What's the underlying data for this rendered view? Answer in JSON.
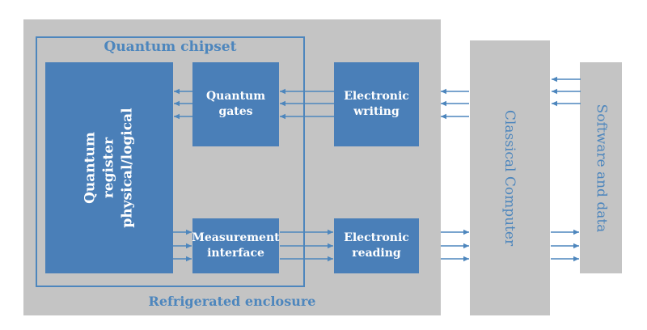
{
  "diagram": {
    "chipset_title": "Quantum chipset",
    "enclosure_label": "Refrigerated enclosure",
    "register_label": "Quantum register\nphysical/logical",
    "gates_label": "Quantum\ngates",
    "measurement_label": "Measurement\ninterface",
    "writing_label": "Electronic\nwriting",
    "reading_label": "Electronic\nreading",
    "computer_label": "Classical Computer",
    "software_label": "Software and data"
  },
  "colors": {
    "box_blue": "#4a7fb8",
    "text_blue": "#4d86bd",
    "panel_gray": "#c4c4c4",
    "arrow_blue": "#4d86bd"
  }
}
